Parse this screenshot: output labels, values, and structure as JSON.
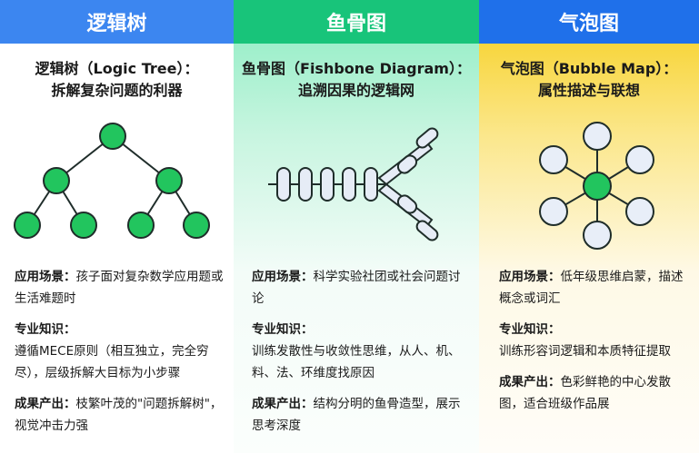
{
  "columns": [
    {
      "header": "逻辑树",
      "subtitle_1": "逻辑树（Logic Tree）：",
      "subtitle_2": "拆解复杂问题的利器",
      "scene_label": "应用场景：",
      "scene": "孩子面对复杂数学应用题或生活难题时",
      "knowledge_label": "专业知识：",
      "knowledge": "遵循MECE原则（相互独立，完全穷尽），层级拆解大目标为小步骤",
      "output_label": "成果产出：",
      "output": "枝繁叶茂的\"问题拆解树\"，视觉冲击力强"
    },
    {
      "header": "鱼骨图",
      "subtitle_1": "鱼骨图（Fishbone Diagram）：",
      "subtitle_2": "追溯因果的逻辑网",
      "scene_label": "应用场景：",
      "scene": "科学实验社团或社会问题讨论",
      "knowledge_label": "专业知识：",
      "knowledge": "训练发散性与收敛性思维，从人、机、料、法、环维度找原因",
      "output_label": "成果产出：",
      "output": "结构分明的鱼骨造型，展示思考深度"
    },
    {
      "header": "气泡图",
      "subtitle_1": "气泡图（Bubble Map）：",
      "subtitle_2": "属性描述与联想",
      "scene_label": "应用场景：",
      "scene": "低年级思维启蒙，描述概念或词汇",
      "knowledge_label": "专业知识：",
      "knowledge": "训练形容词逻辑和本质特征提取",
      "output_label": "成果产出：",
      "output": "色彩鲜艳的中心发散图，适合班级作品展"
    }
  ],
  "colors": {
    "green": "#22c55e",
    "bubble": "#e8eef8",
    "bone": "#e6ecf6"
  }
}
